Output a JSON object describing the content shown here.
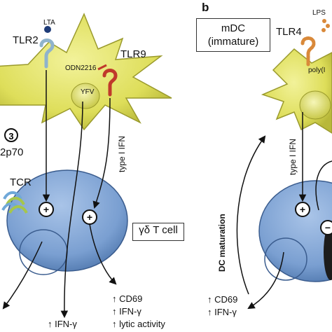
{
  "panel_a": {
    "dc_receptors": {
      "tlr2": "TLR2",
      "lta": "LTA",
      "tlr9": "TLR9",
      "odn": "ODN2216",
      "yfv": "YFV"
    },
    "step_number": "3",
    "il12": "2p70",
    "tcr": "TCR",
    "type1_ifn": "type I IFN",
    "cell_box": "γδ T cell",
    "outputs": {
      "ifng": "↑ IFN-γ",
      "cd69": "↑ CD69",
      "ifng2": "↑ IFN-γ",
      "lytic": "↑ lytic activity"
    },
    "plus_sign": "+"
  },
  "panel_b": {
    "letter": "b",
    "mdc_box_line1": "mDC",
    "mdc_box_line2": "(immature)",
    "lps": "LPS",
    "tlr4": "TLR4",
    "poly": "poly(I",
    "type1_ifn": "type I IFN",
    "maturation": "DC maturation",
    "cd69": "↑ CD69",
    "ifng": "↑ IFN-γ",
    "plus_sign": "+",
    "minus_sign": "−"
  },
  "colors": {
    "dc_fill": "#dede5a",
    "dc_stroke": "#9a9a2c",
    "tcell_fill": "#7a9fd1",
    "tcell_stroke": "#3a5c8e",
    "receptor_blue": "#8fb3cc",
    "receptor_red": "#c0392b",
    "receptor_orange": "#d9893a",
    "lta_dot": "#1f3c78"
  }
}
